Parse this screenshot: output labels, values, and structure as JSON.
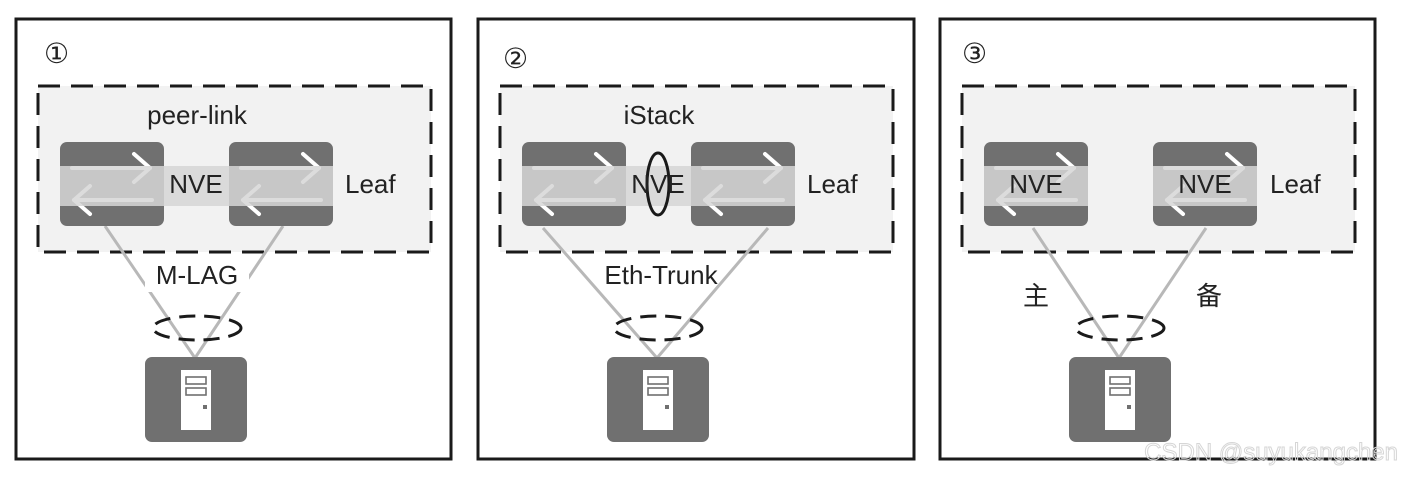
{
  "panels": [
    {
      "marker": "①",
      "group_label": "peer-link",
      "left_switch_label": "",
      "right_switch_label": "",
      "middle_label": "NVE",
      "role_label": "Leaf",
      "uplink_label": "M-LAG",
      "left_link_label": "",
      "right_link_label": ""
    },
    {
      "marker": "②",
      "group_label": "iStack",
      "left_switch_label": "",
      "right_switch_label": "",
      "middle_label": "NVE",
      "role_label": "Leaf",
      "uplink_label": "Eth-Trunk",
      "left_link_label": "",
      "right_link_label": ""
    },
    {
      "marker": "③",
      "group_label": "",
      "left_switch_label": "NVE",
      "right_switch_label": "NVE",
      "middle_label": "",
      "role_label": "Leaf",
      "uplink_label": "",
      "left_link_label": "主",
      "right_link_label": "备"
    }
  ],
  "watermark": "CSDN @suyukangchen",
  "colors": {
    "device": "#707070",
    "band": "#d6d6d6",
    "group_fill": "#f2f2f2",
    "text": "#222222",
    "link": "#b8b8b8"
  },
  "icons": {
    "switch": "switch-icon",
    "server": "server-icon"
  }
}
